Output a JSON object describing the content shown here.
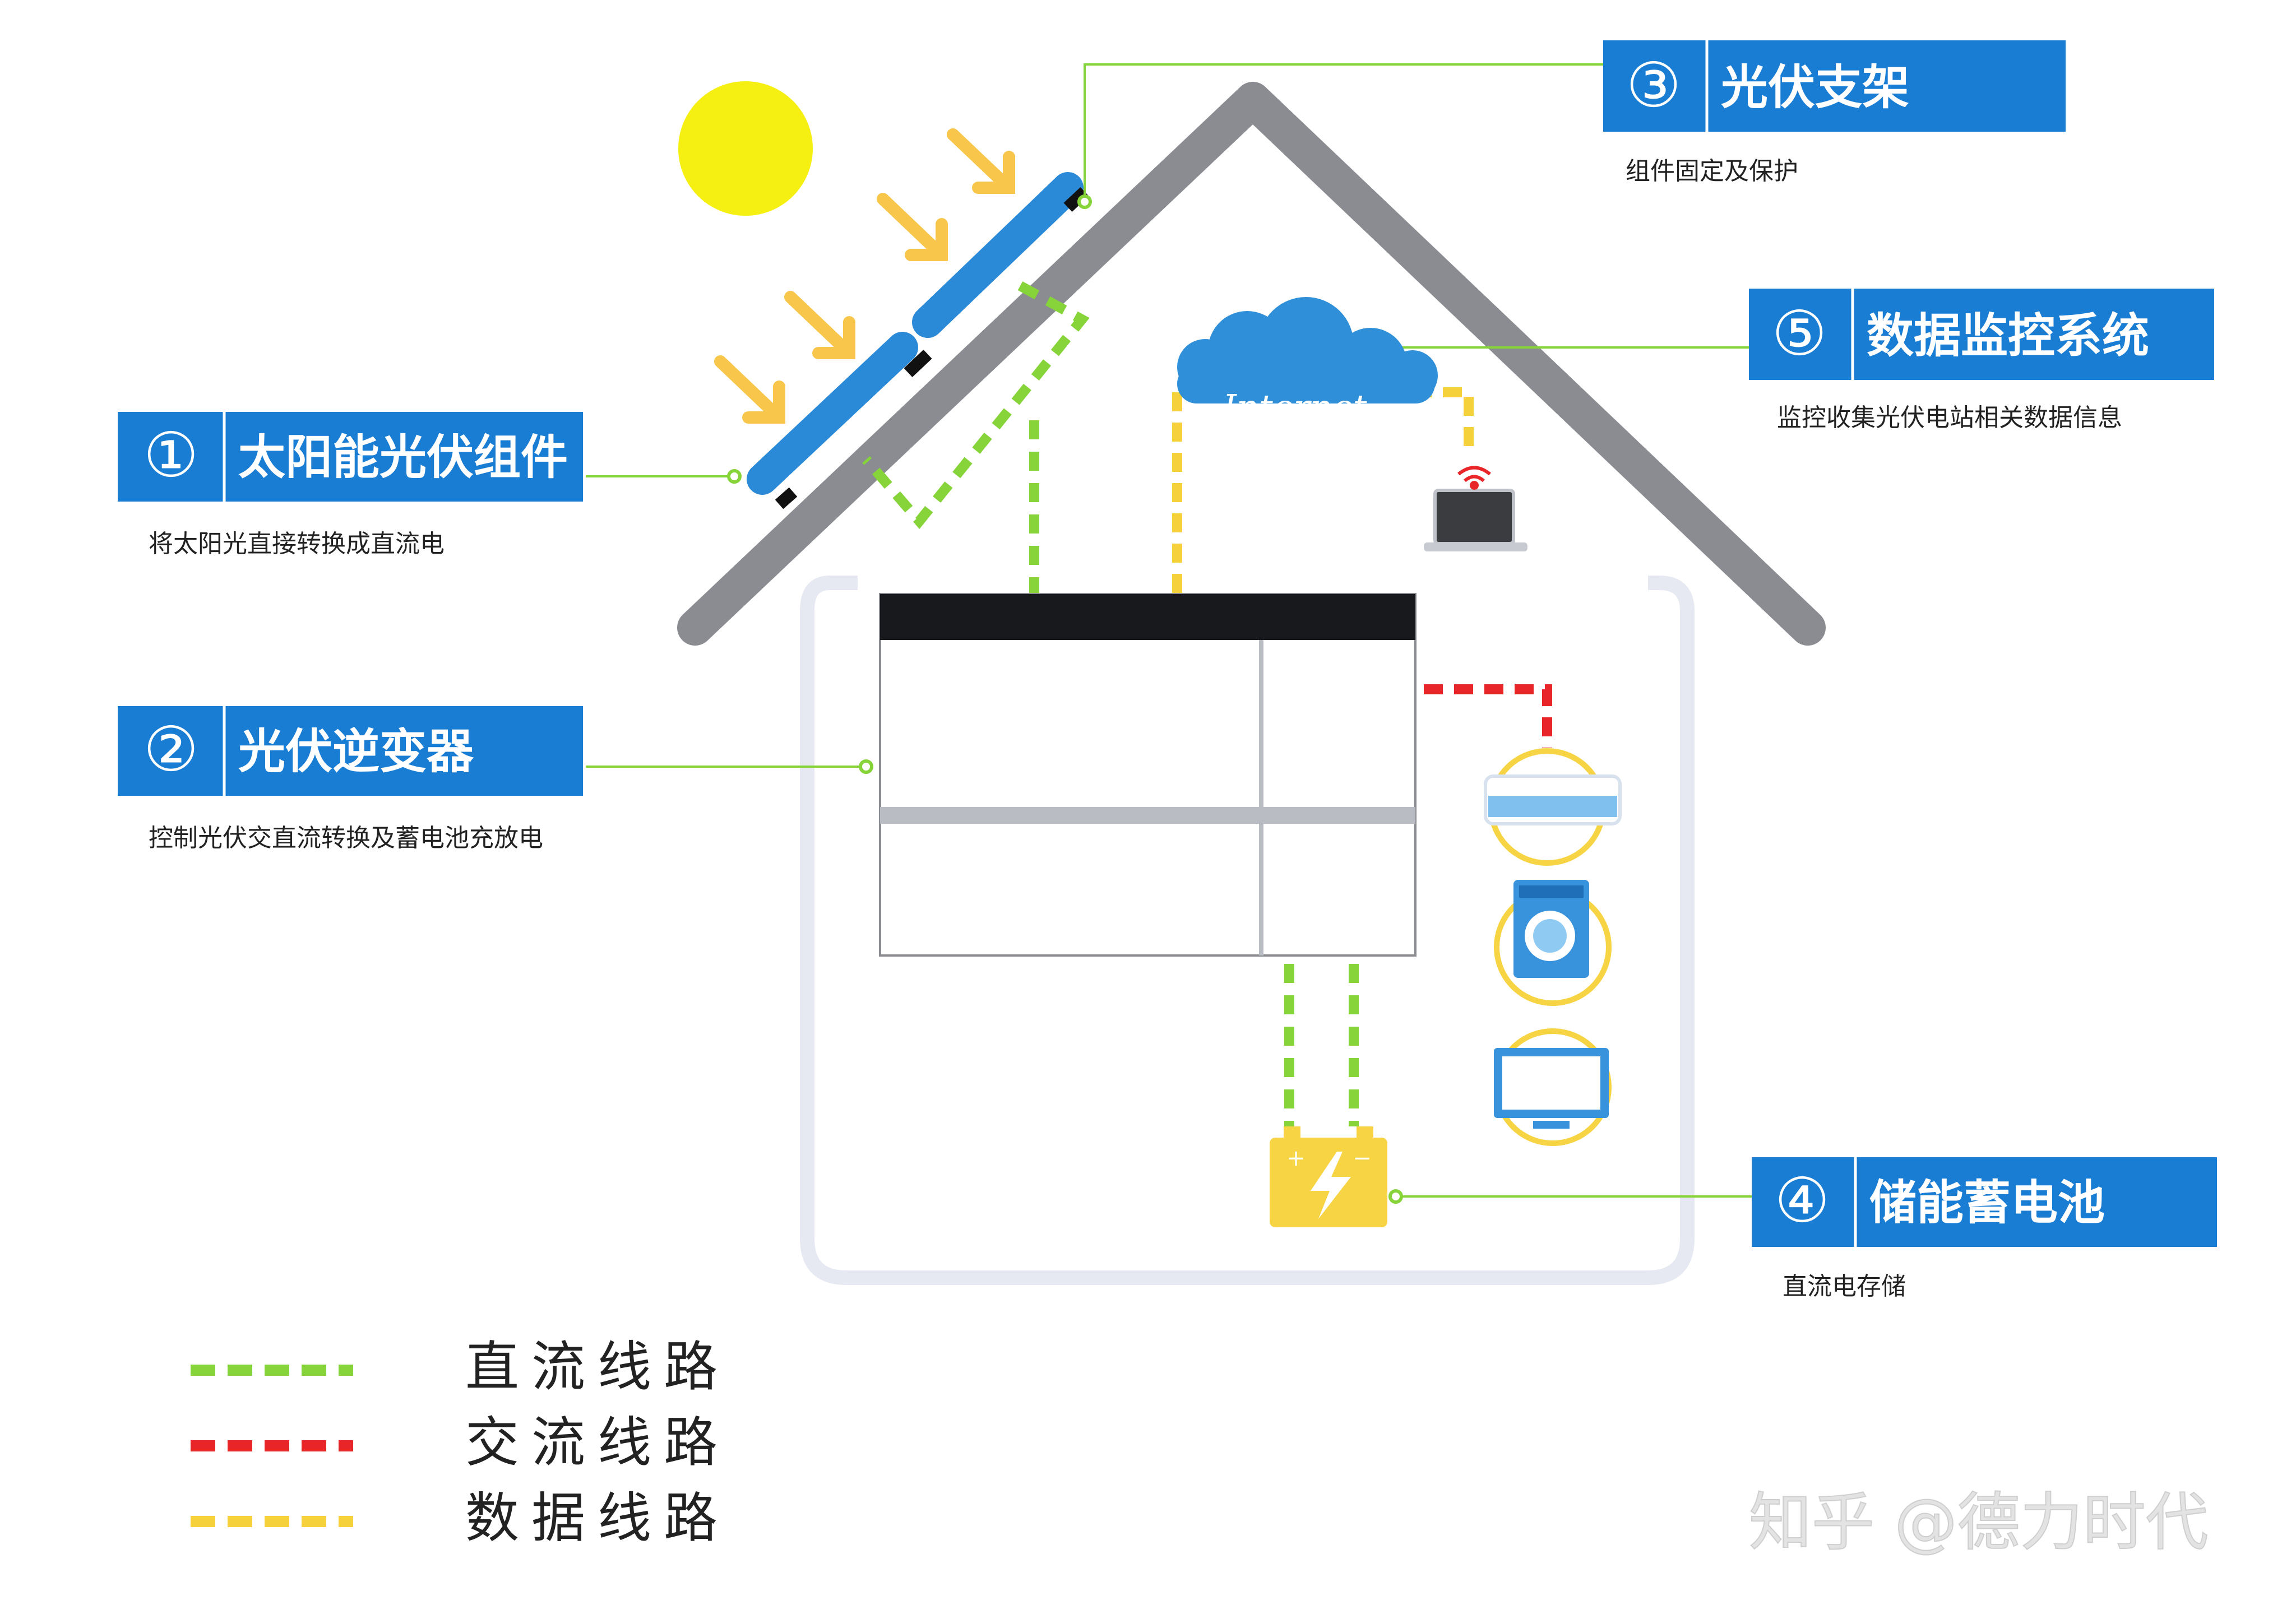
{
  "colors": {
    "roof": "#8a8c92",
    "panel": "#2a8ad8",
    "sun": "#f6ef12",
    "arrow": "#f7c64a",
    "label_blue": "#1a7dd4",
    "dc_green": "#86d43a",
    "ac_red": "#e8262a",
    "data_yellow": "#f5d13c",
    "cloud": "#2f8fd8",
    "battery": "#f6d444",
    "inverter_bar": "#17191d"
  },
  "callouts": [
    {
      "number": "①",
      "title": "太阳能光伏组件",
      "desc": "将太阳光直接转换成直流电"
    },
    {
      "number": "②",
      "title": "光伏逆变器",
      "desc": "控制光伏交直流转换及蓄电池充放电"
    },
    {
      "number": "③",
      "title": "光伏支架",
      "desc": "组件固定及保护"
    },
    {
      "number": "④",
      "title": "储能蓄电池",
      "desc": "直流电存储"
    },
    {
      "number": "⑤",
      "title": "数据监控系统",
      "desc": "监控收集光伏电站相关数据信息"
    }
  ],
  "cloud": {
    "text": "Internet"
  },
  "icons": {
    "sun": "sun-icon",
    "arrows": "sunlight-arrow-icon",
    "cloud": "cloud-icon",
    "laptop": "laptop-icon",
    "wifi": "wifi-icon",
    "air_conditioner": "air-conditioner-icon",
    "washing_machine": "washing-machine-icon",
    "tv": "tv-icon",
    "battery": "battery-icon",
    "lightning": "lightning-icon"
  },
  "legend": [
    {
      "label": "直流线路",
      "color": "#86d43a"
    },
    {
      "label": "交流线路",
      "color": "#e8262a"
    },
    {
      "label": "数据线路",
      "color": "#f5d13c"
    }
  ],
  "watermark": "知乎 @德力时代"
}
